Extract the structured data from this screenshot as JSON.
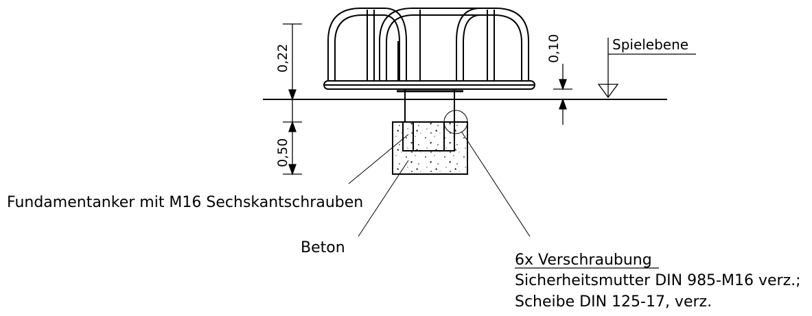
{
  "labels": {
    "spielebene": "Spielebene",
    "fundamentanker": "Fundamentanker mit M16 Sechskantschrauben",
    "beton": "Beton",
    "verschraubung_title": "6x Verschraubung",
    "verschraubung_line1": "Sicherheitsmutter DIN 985-M16 verz.;",
    "verschraubung_line2": "Scheibe DIN 125-17,  verz."
  },
  "dimensions": {
    "height_above_ground": "0,22",
    "foundation_depth": "0,50",
    "ground_offset": "0,10"
  }
}
